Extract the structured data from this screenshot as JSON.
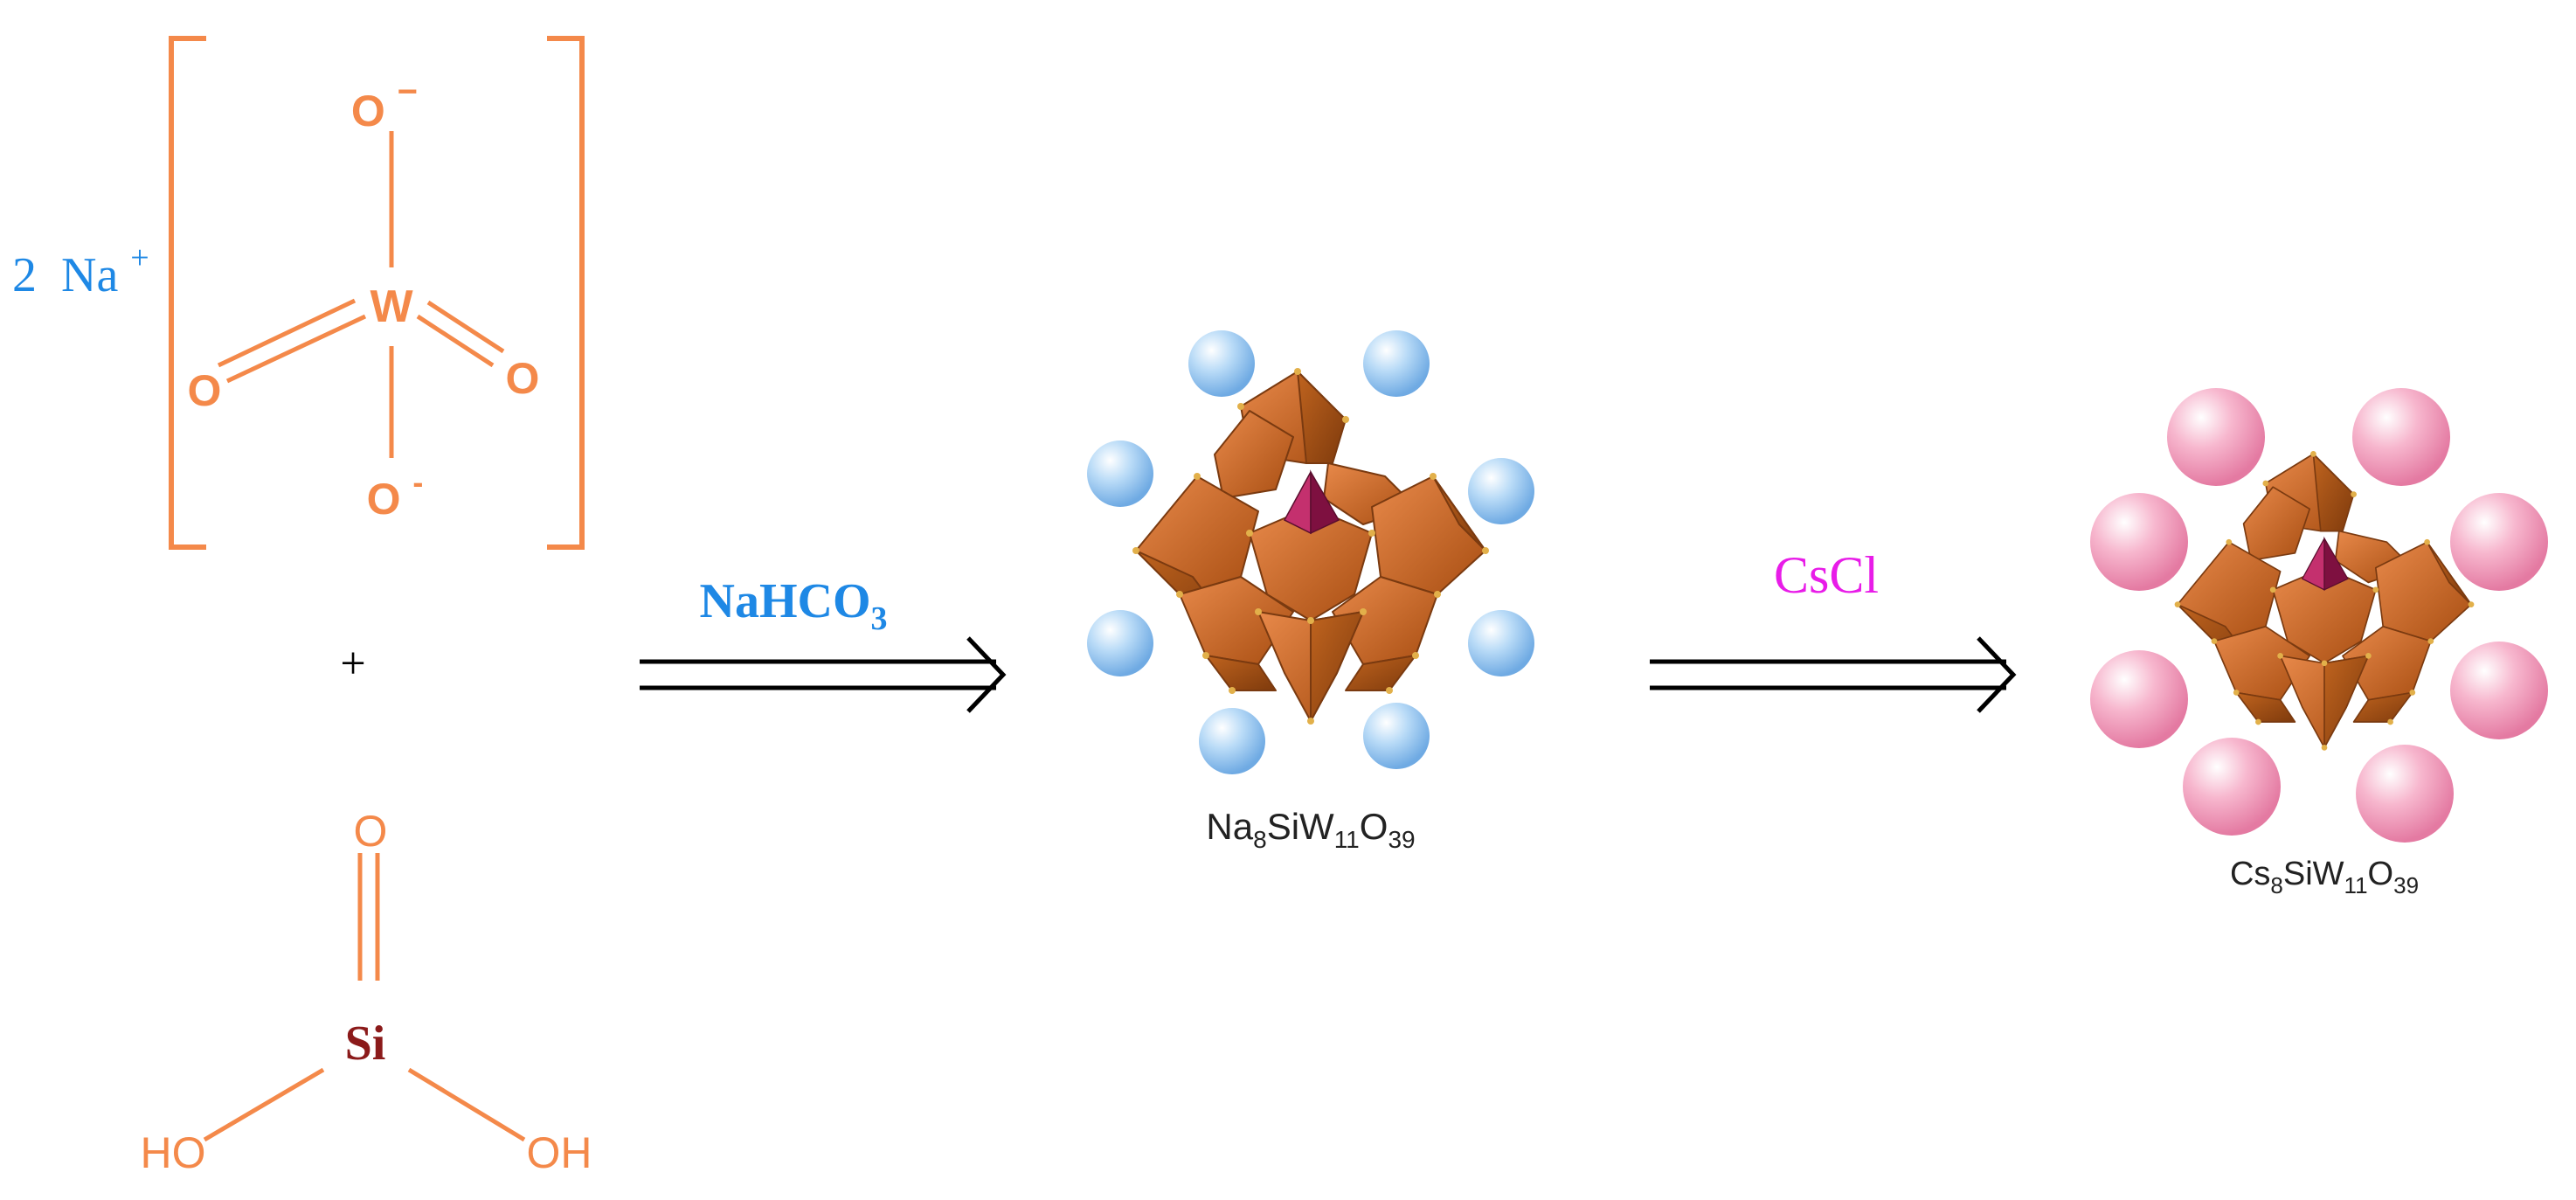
{
  "colors": {
    "orange": "#F4894A",
    "blue": "#1E88E5",
    "magenta": "#E81CE8",
    "dark_red": "#8B1A1A",
    "black": "#000000",
    "na_sphere": "#8EC3F0",
    "cs_sphere": "#F08BB0",
    "polyhedron": "#C8661E",
    "core": "#9B1B52"
  },
  "tungstate": {
    "cation": {
      "count": "2",
      "symbol": "Na",
      "charge": "+"
    },
    "center": "W",
    "top_oxygen": {
      "symbol": "O",
      "charge": "−"
    },
    "bottom_oxygen": {
      "symbol": "O",
      "charge": "-"
    },
    "left_oxygen": "O",
    "right_oxygen": "O"
  },
  "plus_sign": "+",
  "silicic_acid": {
    "center": "Si",
    "top_oxygen": "O",
    "left_group": "HO",
    "right_group": "OH"
  },
  "step1": {
    "reagent": {
      "formula": "NaHCO",
      "subscript": "3"
    },
    "arrow": "double-arrow-icon"
  },
  "product1": {
    "parts": [
      {
        "text": "Na",
        "sub": "8"
      },
      {
        "text": "SiW",
        "sub": "11"
      },
      {
        "text": "O",
        "sub": "39"
      }
    ],
    "counterion_count": 8,
    "counterion": "na-sphere-icon"
  },
  "step2": {
    "reagent": "CsCl",
    "arrow": "double-arrow-icon"
  },
  "product2": {
    "parts": [
      {
        "text": "Cs",
        "sub": "8"
      },
      {
        "text": "SiW",
        "sub": "11"
      },
      {
        "text": "O",
        "sub": "39"
      }
    ],
    "counterion_count": 8,
    "counterion": "cs-sphere-icon"
  }
}
